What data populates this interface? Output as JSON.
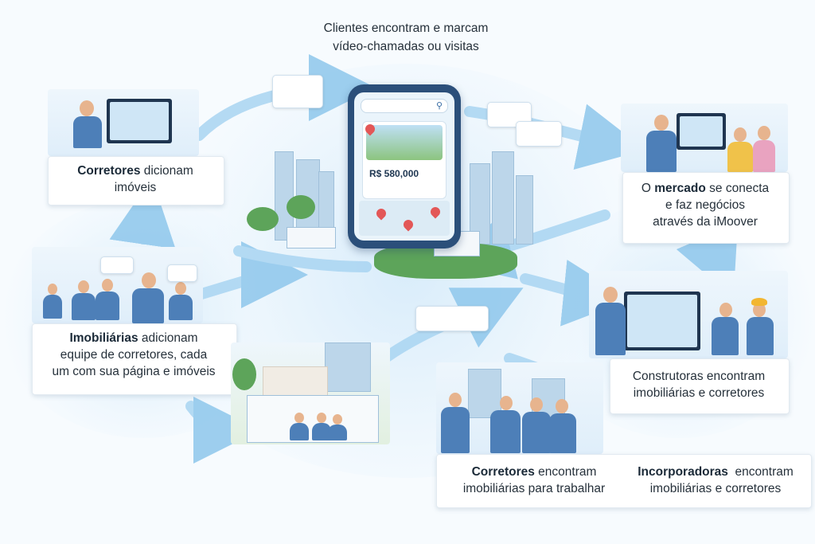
{
  "top_caption": {
    "line1": "Clientes encontram e marcam",
    "line2": "vídeo-chamadas ou visitas"
  },
  "phone": {
    "price": "R$ 580,000",
    "search_icon": "search-icon"
  },
  "cards": {
    "corretores_adicionam": {
      "bold": "Corretores",
      "rest": " dicionam",
      "line2": "imóveis"
    },
    "mercado": {
      "pre": "O ",
      "bold": "mercado",
      "rest": " se conecta",
      "line2": "e faz negócios",
      "line3": "através da iMoover"
    },
    "imobiliarias": {
      "bold": "Imobiliárias",
      "rest": " adicionam",
      "line2": "equipe de corretores, cada",
      "line3": "um com sua página e imóveis"
    },
    "construtoras": {
      "line1": "Construtoras encontram",
      "line2": "imobiliárias e corretores"
    },
    "corretores_encontram": {
      "bold": "Corretores",
      "rest": " encontram",
      "line2": "imobiliárias para trabalhar"
    },
    "incorporadoras": {
      "bold": "Incorporadoras",
      "rest": "  encontram",
      "line2": "imobiliárias e corretores"
    }
  },
  "colors": {
    "arrow": "#8ec7ec",
    "suit": "#4d7fb8",
    "text": "#26313b",
    "pin": "#e35757"
  }
}
